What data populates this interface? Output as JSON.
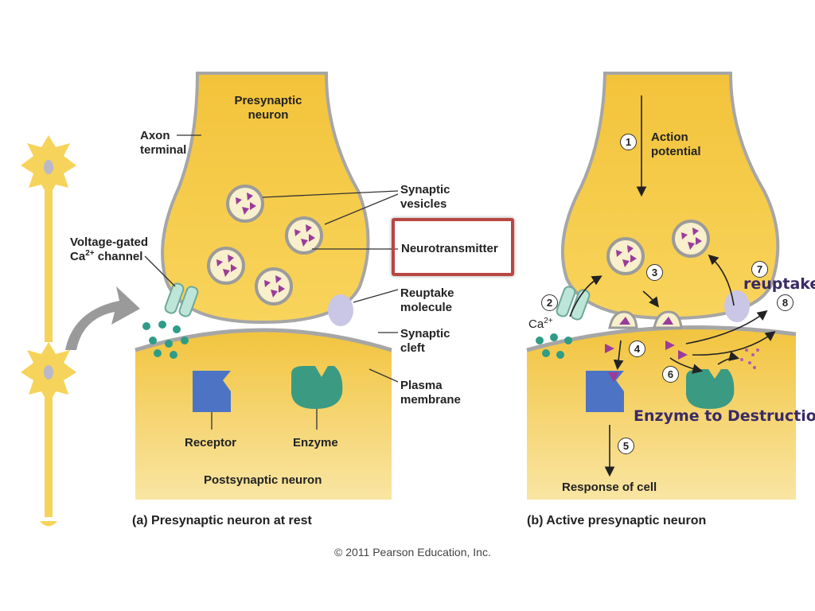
{
  "panel_a": {
    "caption_letter": "(a)",
    "caption_text": "Presynaptic neuron at rest",
    "labels": {
      "presynaptic_line1": "Presynaptic",
      "presynaptic_line2": "neuron",
      "axon_line1": "Axon",
      "axon_line2": "terminal",
      "synaptic_vesicles_line1": "Synaptic",
      "synaptic_vesicles_line2": "vesicles",
      "voltage_gated_line1": "Voltage-gated",
      "ca_prefix": "Ca",
      "ca_superscript": "2+",
      "channel_suffix": " channel",
      "neurotransmitter": "Neurotransmitter",
      "reuptake_line1": "Reuptake",
      "reuptake_line2": "molecule",
      "cleft_line1": "Synaptic",
      "cleft_line2": "cleft",
      "plasma_line1": "Plasma",
      "plasma_line2": "membrane",
      "receptor": "Receptor",
      "enzyme": "Enzyme",
      "postsynaptic": "Postsynaptic neuron"
    }
  },
  "panel_b": {
    "caption_letter": "(b)",
    "caption_text": "Active presynaptic neuron",
    "labels": {
      "action_line1": "Action",
      "action_line2": "potential",
      "ca_prefix": "Ca",
      "ca_superscript": "2+",
      "response": "Response of cell"
    },
    "steps": [
      "1",
      "2",
      "3",
      "4",
      "5",
      "6",
      "7",
      "8"
    ],
    "overlay_reuptake": "reuptake",
    "overlay_enzyme": "Enzyme to Destruction"
  },
  "copyright": "© 2011 Pearson Education, Inc.",
  "colors": {
    "neuron_yellow": "#f6cc45",
    "membrane_gray": "#a6a6a6",
    "vesicle_fill": "#f8efcc",
    "neurotransmitter_purple": "#9b3b9a",
    "ion_teal": "#2e9c86",
    "receptor_blue": "#4d74c4",
    "enzyme_green": "#3b9a82",
    "reuptake_lavender": "#c9c6e6",
    "highlight_red": "#b84642",
    "overlay_text": "#3a2a66"
  }
}
